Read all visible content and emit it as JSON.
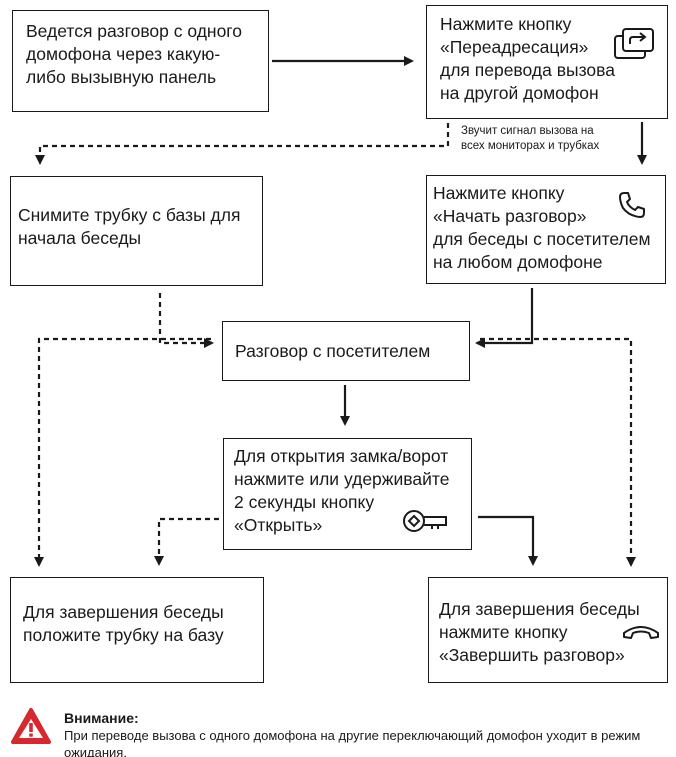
{
  "steps": {
    "start": "Ведется разговор с одного\nдомофона через какую-\nлибо вызывную панель",
    "redirect": "Нажмите кнопку\n«Переадресация»\nдля перевода вызова\nна другой домофон",
    "pickup": "Снимите трубку с базы для\nначала беседы",
    "answer": "Нажмите кнопку\n«Начать разговор»\nдля беседы с посетителем\nна любом домофоне",
    "talk": "Разговор с посетителем",
    "unlock": "Для открытия замка/ворот\nнажмите или удерживайте\n2 секунды кнопку\n«Открыть»",
    "end_handset": "Для завершения беседы\nположите трубку на базу",
    "end_button": "Для завершения беседы\nнажмите кнопку\n«Завершить разговор»"
  },
  "ring_note": "Звучит сигнал вызова на\nвсех мониторах и трубках",
  "warning": {
    "title": "Внимание:",
    "text": "При переводе вызова с одного домофона на другие переключающий домофон уходит в режим ожидания."
  },
  "icons": {
    "redirect": "redirect-icon",
    "answer": "phone-answer-icon",
    "unlock": "key-icon",
    "end": "hang-up-icon",
    "warning": "warning-triangle-icon"
  },
  "colors": {
    "stroke": "#1a1a1a",
    "warning": "#d7282f"
  }
}
